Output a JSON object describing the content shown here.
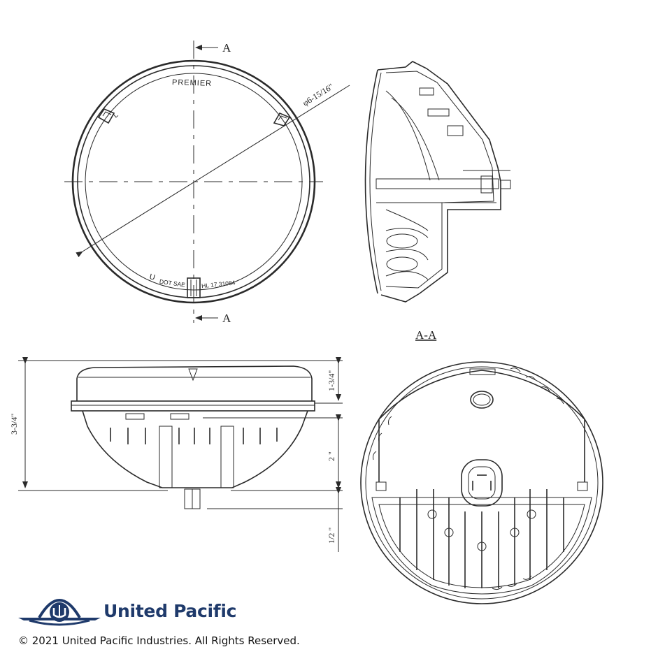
{
  "front_view": {
    "brand_text": "PREMIER",
    "marking_u": "U",
    "marking_dot": "DOT SAE",
    "marking_hl": "HL 17  31084",
    "corner_l": "L",
    "section_mark_top": "A",
    "section_mark_bottom": "A",
    "diameter_label": "φ6-15/16\""
  },
  "section_view": {
    "caption": "A-A"
  },
  "side_view": {
    "dim_overall": "3-3/4\"",
    "dim_lens": "1-3/4\"",
    "dim_body": "2 \"",
    "dim_terminal": "1/2 \""
  },
  "logo": {
    "company_name": "United Pacific",
    "brand_color": "#1f3a6b"
  },
  "footer": {
    "copyright": "© 2021 United Pacific Industries. All Rights Reserved."
  }
}
